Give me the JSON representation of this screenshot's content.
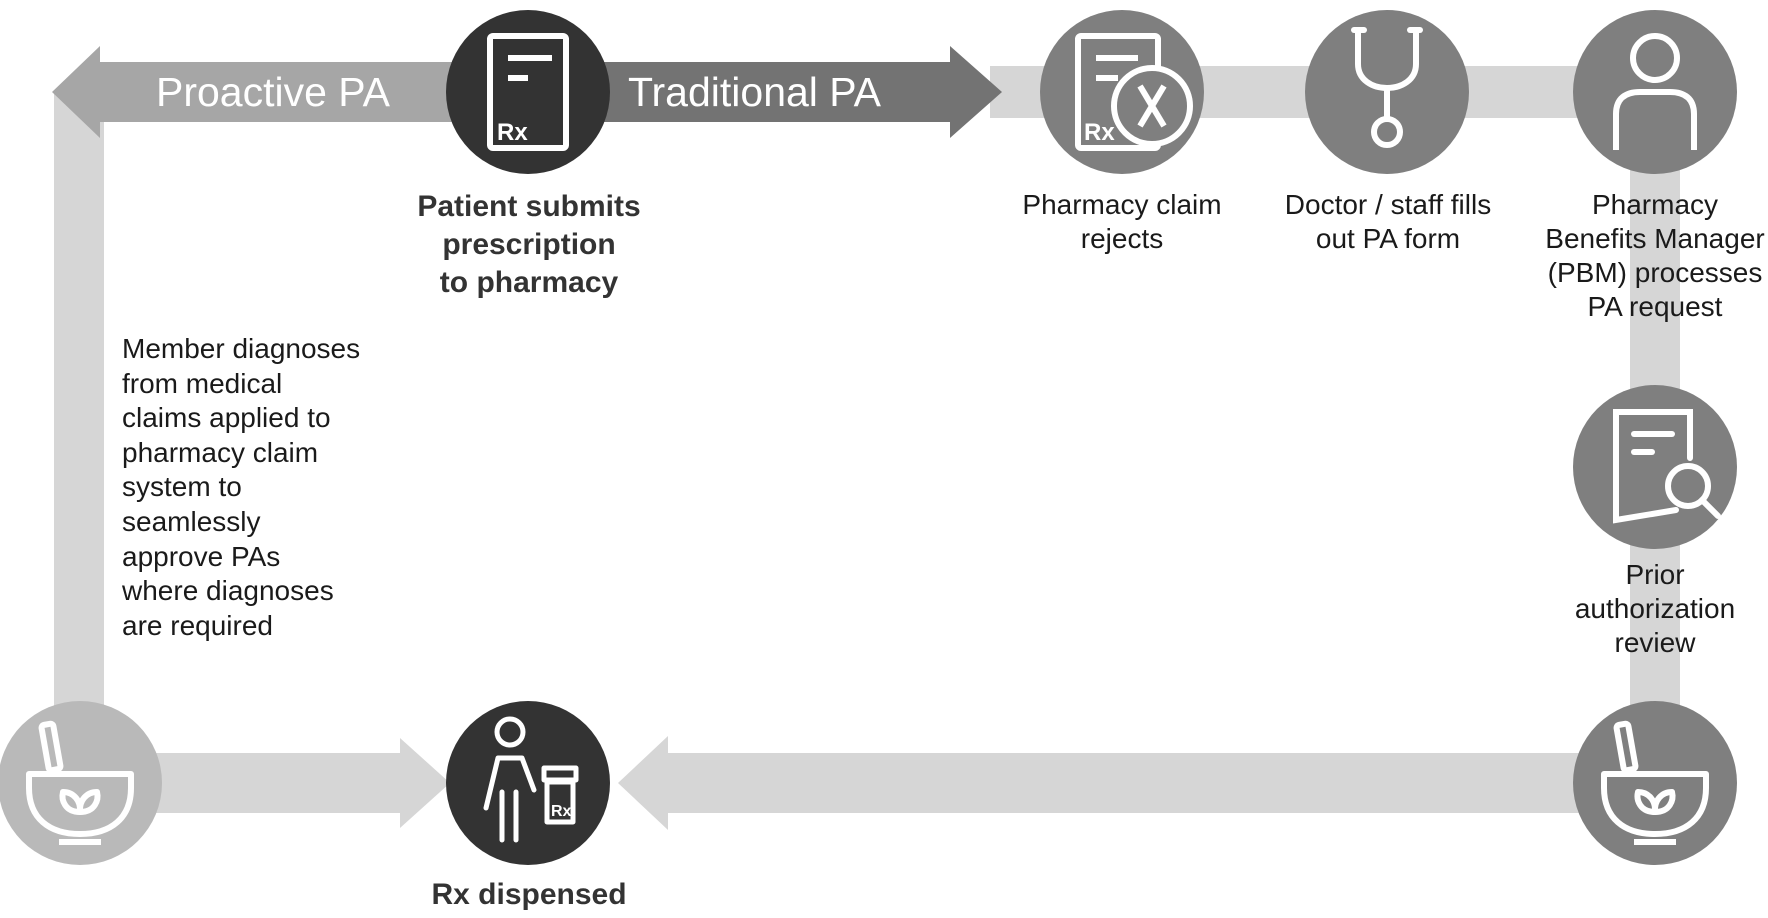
{
  "arrows": {
    "proactive_label": "Proactive PA",
    "traditional_label": "Traditional PA"
  },
  "nodes": {
    "patient_submits": {
      "icon": "prescription-icon",
      "lines": [
        "Patient submits",
        "prescription",
        "to pharmacy"
      ]
    },
    "claim_rejects": {
      "icon": "rejected-prescription-icon",
      "lines": [
        "Pharmacy claim",
        "rejects"
      ]
    },
    "doctor_fills": {
      "icon": "stethoscope-icon",
      "lines": [
        "Doctor / staff fills",
        "out PA form"
      ]
    },
    "pbm_processes": {
      "icon": "person-icon",
      "lines": [
        "Pharmacy",
        "Benefits Manager",
        "(PBM) processes",
        "PA request"
      ]
    },
    "pa_review": {
      "icon": "document-search-icon",
      "lines": [
        "Prior",
        "authorization",
        "review"
      ]
    },
    "pharmacy_right": {
      "icon": "mortar-pestle-icon"
    },
    "pharmacy_left": {
      "icon": "mortar-pestle-icon"
    },
    "rx_dispensed": {
      "icon": "person-with-rx-bottle-icon",
      "lines": [
        "Rx dispensed"
      ]
    }
  },
  "left_note": {
    "lines": [
      "Member diagnoses",
      "from medical",
      "claims applied to",
      "pharmacy claim",
      "system to",
      "seamlessly",
      "approve PAs",
      "where diagnoses",
      "are required"
    ]
  },
  "icon_text": {
    "rx": "Rx"
  },
  "colors": {
    "band_light": "#d6d6d6",
    "band_medium": "#a6a6a6",
    "band_dark": "#737373",
    "circle_gray": "#7f7f7f",
    "circle_dark": "#333333",
    "circle_light": "#b9b9b9"
  }
}
